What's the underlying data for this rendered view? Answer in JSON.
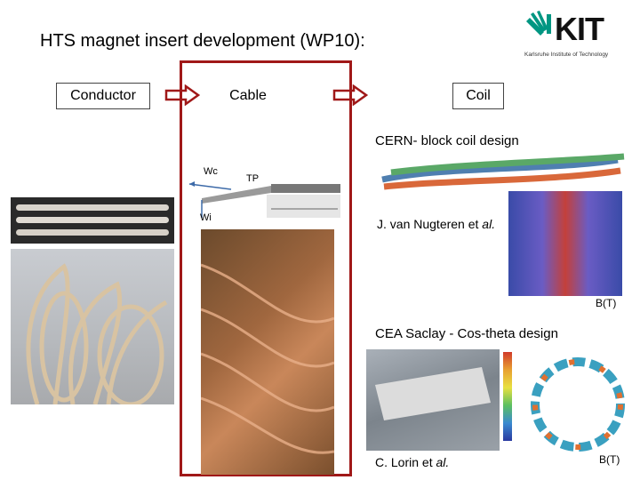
{
  "slide": {
    "title": "HTS magnet insert development (WP10):",
    "logo": {
      "letters": "KIT",
      "subtitle": "Karlsruhe Institute of Technology",
      "accent": "#009682"
    },
    "flow": {
      "conductor": "Conductor",
      "cable": "Cable",
      "coil": "Coil",
      "arrow_color": "#a01818"
    },
    "highlight_color": "#a01818",
    "cable_labels": {
      "wc": "Wc",
      "tp": "TP",
      "wi": "Wi"
    },
    "cern": {
      "heading": "CERN- block coil design",
      "credit_prefix": "J. van Nugteren et",
      "credit_italic": "al.",
      "unit": "B(T)"
    },
    "cea": {
      "heading": "CEA Saclay - Cos-theta design",
      "credit_prefix": "C. Lorin et",
      "credit_italic": "al.",
      "unit": "B(T)"
    }
  }
}
